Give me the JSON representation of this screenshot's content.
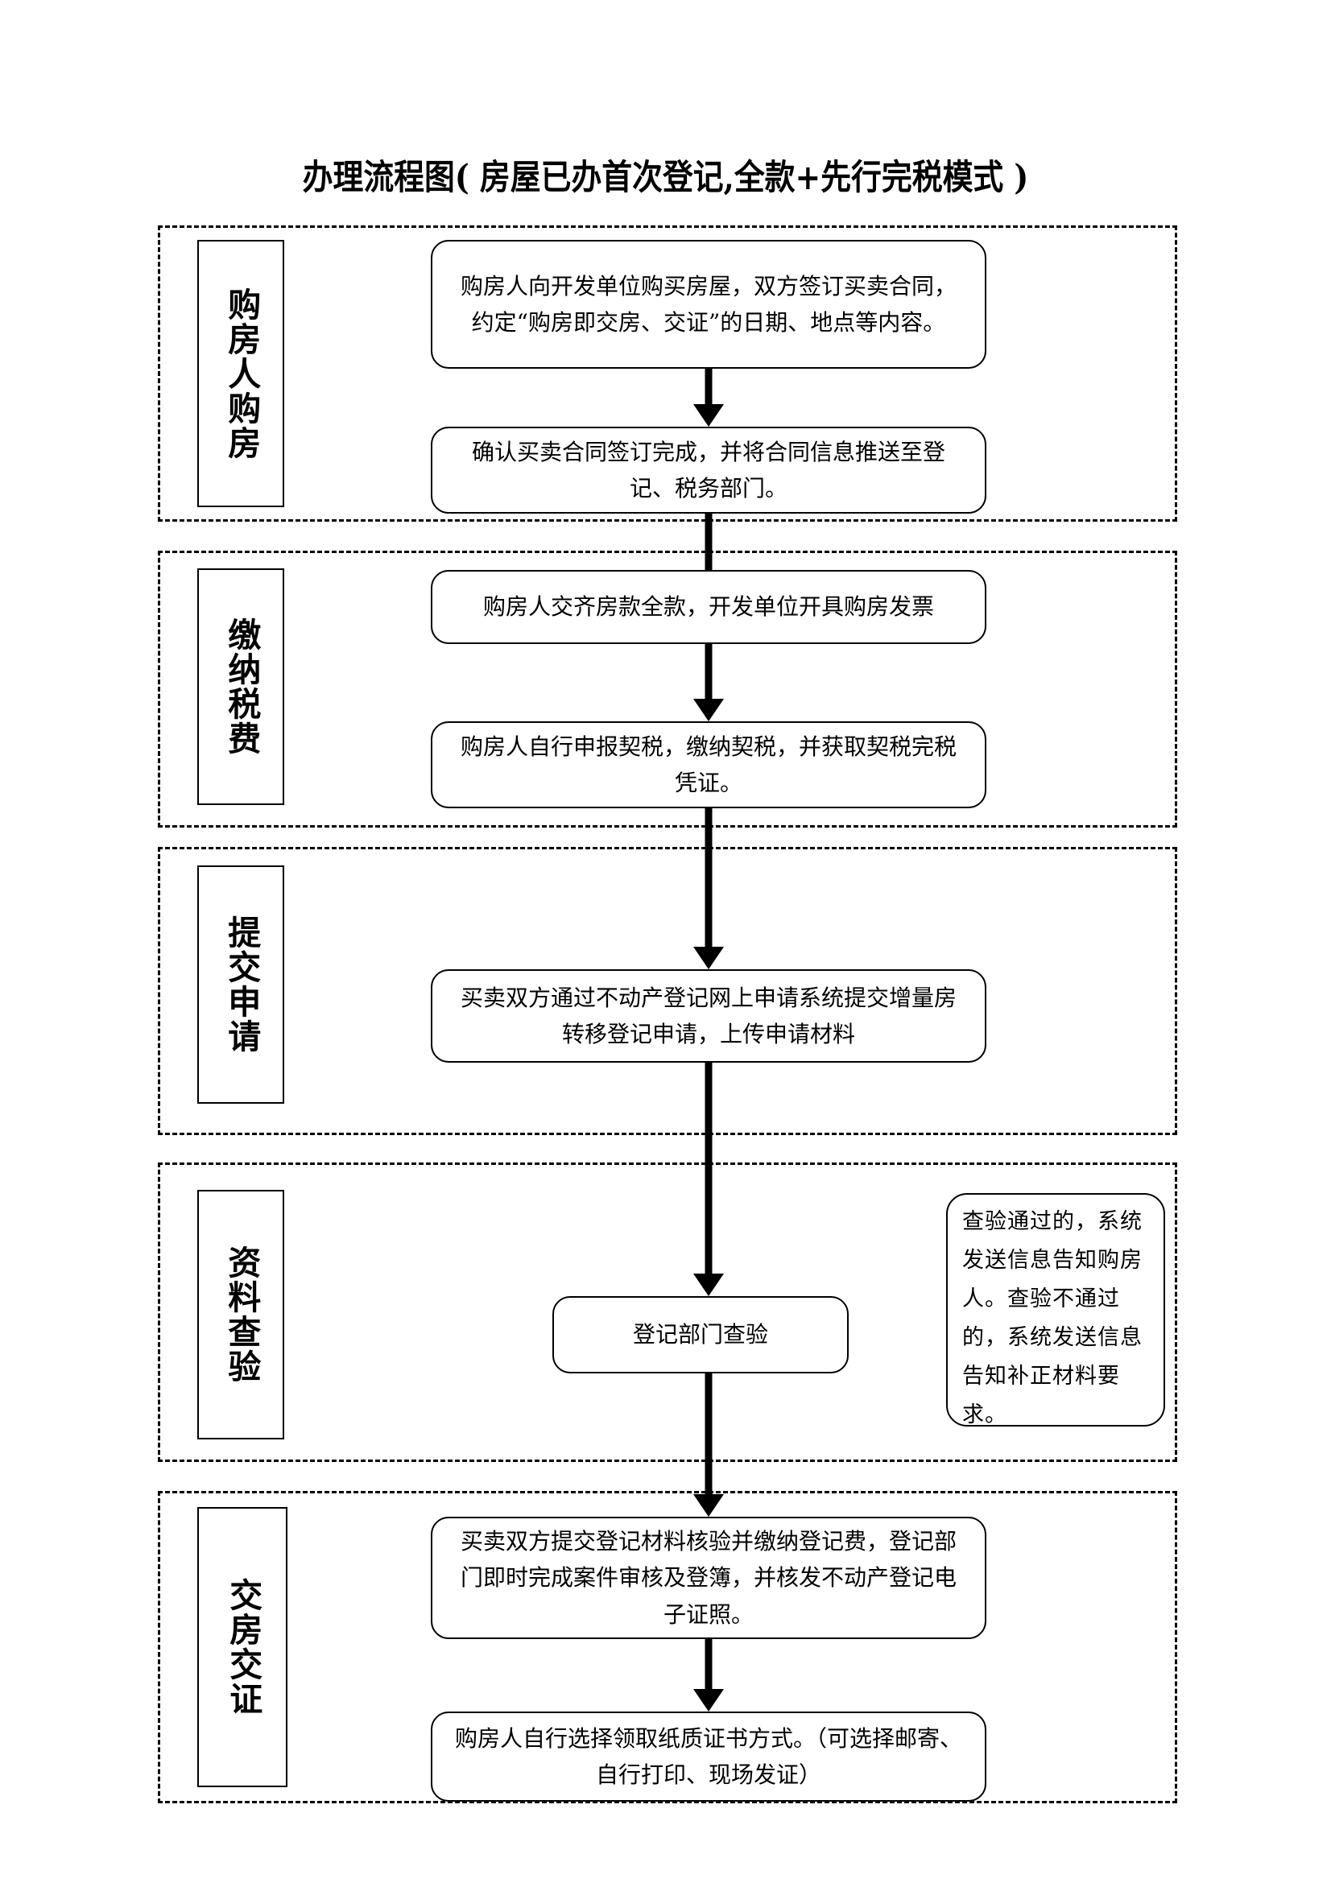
{
  "document": {
    "title": "办理流程图( 房屋已办首次登记,全款+先行完税模式 )"
  },
  "stages": [
    {
      "id": "stage-1",
      "label": "购房人购房",
      "steps": [
        "购房人向开发单位购买房屋，双方签订买卖合同，约定“购房即交房、交证”的日期、地点等内容。",
        "确认买卖合同签订完成，并将合同信息推送至登记、税务部门。"
      ]
    },
    {
      "id": "stage-2",
      "label": "缴纳税费",
      "steps": [
        "购房人交齐房款全款，开发单位开具购房发票",
        "购房人自行申报契税，缴纳契税，并获取契税完税凭证。"
      ]
    },
    {
      "id": "stage-3",
      "label": "提交申请",
      "steps": [
        "买卖双方通过不动产登记网上申请系统提交增量房转移登记申请，上传申请材料"
      ]
    },
    {
      "id": "stage-4",
      "label": "资料查验",
      "steps": [
        "登记部门查验"
      ],
      "note": "查验通过的，系统发送信息告知购房人。查验不通过的，系统发送信息告知补正材料要求。"
    },
    {
      "id": "stage-5",
      "label": "交房交证",
      "steps": [
        "买卖双方提交登记材料核验并缴纳登记费，登记部门即时完成案件审核及登簿，并核发不动产登记电子证照。",
        "购房人自行选择领取纸质证书方式。（可选择邮寄、自行打印、现场发证）"
      ]
    }
  ],
  "flow": {
    "arrow_icon": "down-arrow-icon"
  }
}
